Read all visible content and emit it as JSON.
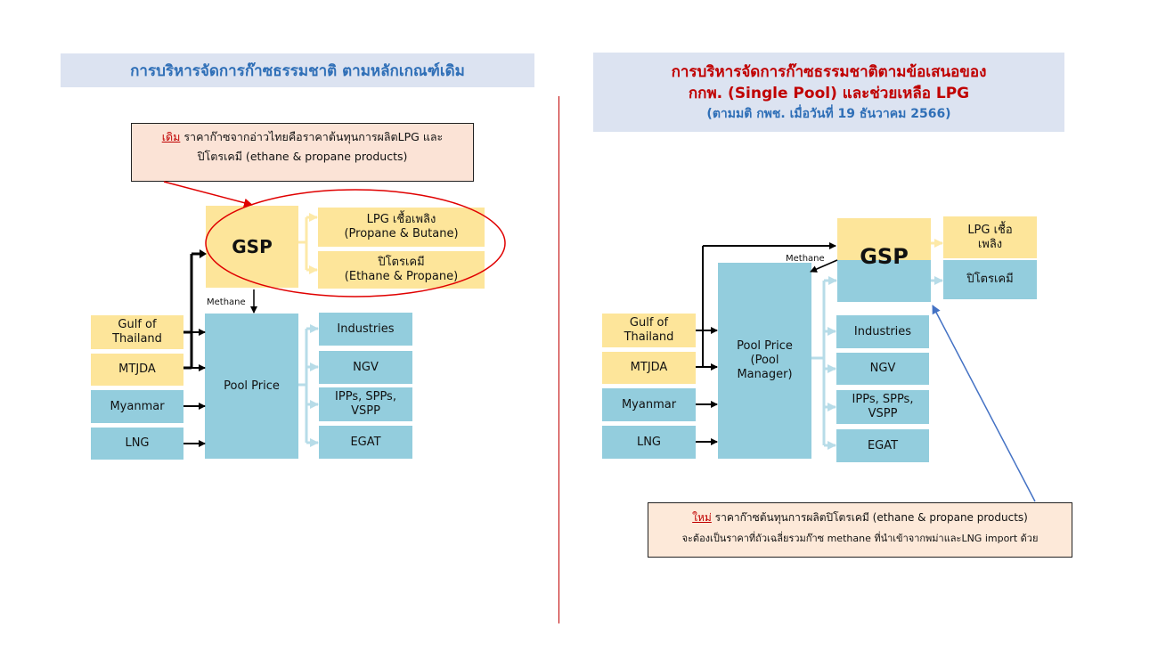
{
  "left": {
    "title": "การบริหารจัดการก๊าซธรรมชาติ ตามหลักเกณฑ์เดิม",
    "note": {
      "tag": "เดิม",
      "line1": " ราคาก๊าซจากอ่าวไทยคือราคาต้นทุนการผลิตLPG และ",
      "line2": "ปิโตรเคมี (ethane & propane products)"
    },
    "sources": [
      "Gulf of Thailand",
      "MTJDA",
      "Myanmar",
      "LNG"
    ],
    "gsp": "GSP",
    "methane": "Methane",
    "pool": "Pool Price",
    "gsp_outputs": [
      {
        "line1": "LPG เชื้อเพลิง",
        "line2": "(Propane & Butane)"
      },
      {
        "line1": "ปิโตรเคมี",
        "line2": "(Ethane & Propane)"
      }
    ],
    "pool_outputs": [
      "Industries",
      "NGV",
      "IPPs, SPPs, VSPP",
      "EGAT"
    ]
  },
  "right": {
    "title_line1": "การบริหารจัดการก๊าซธรรมชาติตามข้อเสนอของ",
    "title_line2": "กกพ. (Single Pool) และช่วยเหลือ LPG",
    "title_line3": "(ตามมติ กพช. เมื่อวันที่ 19 ธันวาคม 2566)",
    "sources": [
      "Gulf of Thailand",
      "MTJDA",
      "Myanmar",
      "LNG"
    ],
    "gsp": "GSP",
    "methane": "Methane",
    "pool_line1": "Pool Price",
    "pool_line2": "(Pool",
    "pool_line3": "Manager)",
    "gsp_outputs": [
      "LPG เชื้อเพลิง",
      "ปิโตรเคมี"
    ],
    "pool_outputs": [
      "Industries",
      "NGV",
      "IPPs, SPPs, VSPP",
      "EGAT"
    ],
    "note": {
      "tag": "ใหม่",
      "line1": " ราคาก๊าซต้นทุนการผลิตปิโตรเคมี (ethane & propane products)",
      "line2": "จะต้องเป็นราคาที่ถัวเฉลี่ยรวมก๊าซ methane ที่นำเข้าจากพม่าและLNG import ด้วย"
    }
  },
  "colors": {
    "header_bg": "#dce3f1",
    "left_title": "#2f6fb7",
    "right_title": "#c00000",
    "right_subtitle": "#2f6fb7",
    "yellow_box": "#fde59a",
    "blue_box": "#93cddd",
    "left_note_bg": "#fbe3d6",
    "right_note_bg": "#fde9d9",
    "divider": "#c00000",
    "ellipse": "#e00000",
    "pointer_arrow": "#4472c4"
  }
}
